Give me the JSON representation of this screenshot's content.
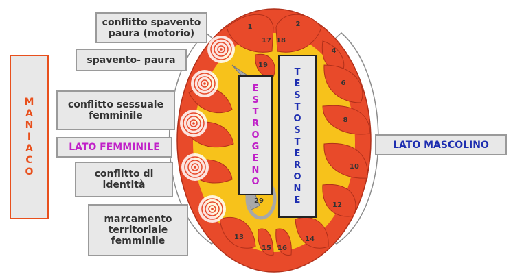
{
  "colors": {
    "outer_red": "#e84a2a",
    "inner_yellow": "#f7c21b",
    "gray_stripe": "#a8a8a8",
    "maniaco_red": "#e8501d",
    "magenta": "#c020c8",
    "blue": "#1e2eb0"
  },
  "labels": {
    "conflitto_spavento": "conflitto spavento\npaura (motorio)",
    "spavento_paura": "spavento- paura",
    "conflitto_sessuale": "conflitto sessuale\nfemminile",
    "lato_femminile": "LATO FEMMINILE",
    "conflitto_identita": "conflitto di\nidentità",
    "marcamento": "marcamento\nterritoriale\nfemminile",
    "lato_maschile": "LATO MASCOLINO"
  },
  "vertical": {
    "maniaco": [
      "M",
      "A",
      "N",
      "I",
      "A",
      "C",
      "O"
    ],
    "estrogeno": [
      "E",
      "S",
      "T",
      "R",
      "O",
      "G",
      "E",
      "N",
      "O"
    ],
    "testosterone": [
      "T",
      "E",
      "S",
      "T",
      "O",
      "S",
      "T",
      "E",
      "R",
      "O",
      "N",
      "E"
    ]
  },
  "numbers": {
    "n1": "1",
    "n2": "2",
    "n4": "4",
    "n6": "6",
    "n8": "8",
    "n10": "10",
    "n12": "12",
    "n13": "13",
    "n14": "14",
    "n15": "15",
    "n16": "16",
    "n17": "17",
    "n18": "18",
    "n19": "19",
    "n29": "29"
  },
  "target_markers": [
    "target-spavento-motorio",
    "target-spavento-paura",
    "target-sessuale",
    "target-identita",
    "target-territoriale"
  ]
}
